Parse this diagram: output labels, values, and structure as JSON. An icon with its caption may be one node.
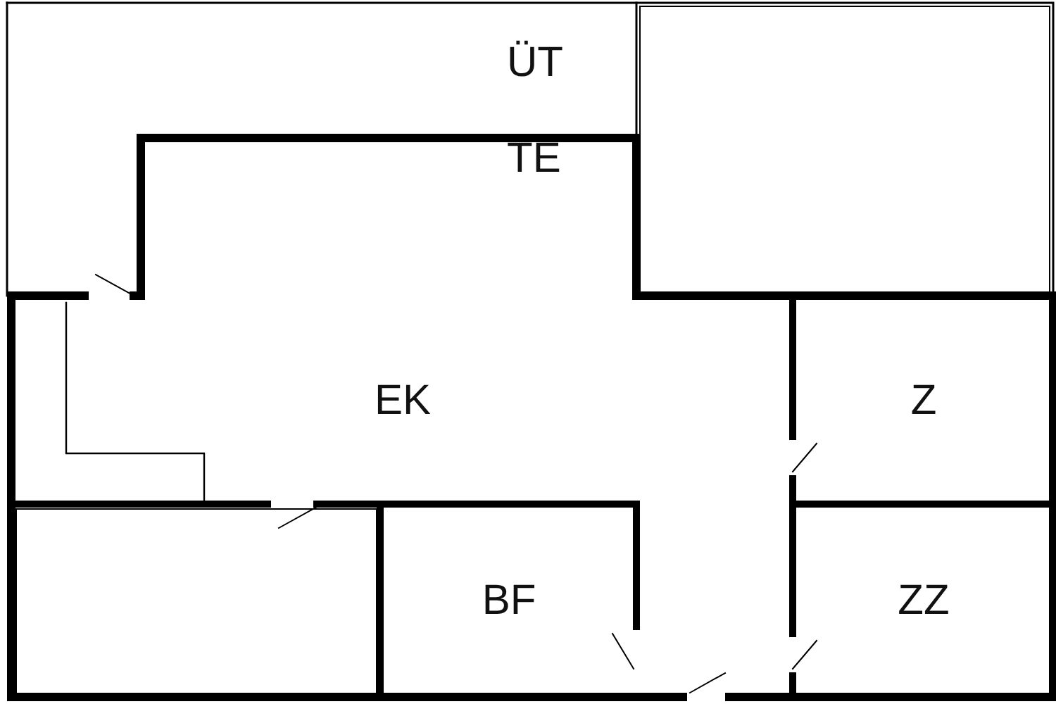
{
  "diagram": {
    "nodes": [
      {
        "text": [
          "ÜT"
        ]
      },
      {
        "text": [],
        "shape": "box"
      },
      {
        "text": [
          "TE"
        ]
      },
      {
        "text": [
          "EK"
        ]
      },
      {
        "text": [
          "Z"
        ]
      },
      {
        "text": [],
        "shape": "box"
      },
      {
        "text": [
          "BF"
        ]
      },
      {
        "text": [
          "ZZ"
        ]
      }
    ],
    "edges": []
  }
}
